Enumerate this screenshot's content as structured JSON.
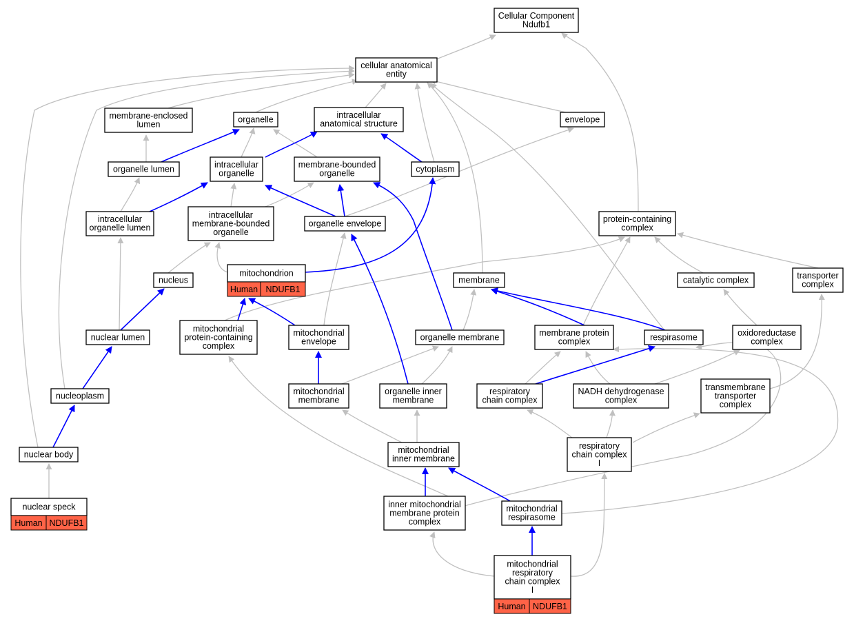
{
  "graph": {
    "title": "",
    "colors": {
      "isa_edge": "#c0c0c0",
      "part_of_edge": "#0000ff",
      "annotation_fill": "#ff6347",
      "node_border": "#000000"
    },
    "nodes": [
      {
        "id": "cc",
        "lines": [
          "Cellular Component",
          "Ndufb1"
        ]
      },
      {
        "id": "cae",
        "lines": [
          "cellular anatomical",
          "entity"
        ]
      },
      {
        "id": "mel",
        "lines": [
          "membrane-enclosed",
          "lumen"
        ]
      },
      {
        "id": "organelle",
        "lines": [
          "organelle"
        ]
      },
      {
        "id": "ias",
        "lines": [
          "intracellular",
          "anatomical structure"
        ]
      },
      {
        "id": "envelope",
        "lines": [
          "envelope"
        ]
      },
      {
        "id": "orglumen",
        "lines": [
          "organelle lumen"
        ]
      },
      {
        "id": "intraorg",
        "lines": [
          "intracellular",
          "organelle"
        ]
      },
      {
        "id": "mbo",
        "lines": [
          "membrane-bounded",
          "organelle"
        ]
      },
      {
        "id": "cytoplasm",
        "lines": [
          "cytoplasm"
        ]
      },
      {
        "id": "iol",
        "lines": [
          "intracellular",
          "organelle lumen"
        ]
      },
      {
        "id": "imbo",
        "lines": [
          "intracellular",
          "membrane-bounded",
          "organelle"
        ]
      },
      {
        "id": "orgenv",
        "lines": [
          "organelle envelope"
        ]
      },
      {
        "id": "pcc",
        "lines": [
          "protein-containing",
          "complex"
        ]
      },
      {
        "id": "mito",
        "lines": [
          "mitochondrion"
        ],
        "annotation": [
          "Human",
          "NDUFB1"
        ]
      },
      {
        "id": "nucleus",
        "lines": [
          "nucleus"
        ]
      },
      {
        "id": "membrane",
        "lines": [
          "membrane"
        ]
      },
      {
        "id": "catalytic",
        "lines": [
          "catalytic complex"
        ]
      },
      {
        "id": "transporter",
        "lines": [
          "transporter",
          "complex"
        ]
      },
      {
        "id": "mpcc",
        "lines": [
          "mitochondrial",
          "protein-containing",
          "complex"
        ]
      },
      {
        "id": "nuclumen",
        "lines": [
          "nuclear lumen"
        ]
      },
      {
        "id": "mitoenv",
        "lines": [
          "mitochondrial",
          "envelope"
        ]
      },
      {
        "id": "orgmem",
        "lines": [
          "organelle membrane"
        ]
      },
      {
        "id": "mempc",
        "lines": [
          "membrane protein",
          "complex"
        ]
      },
      {
        "id": "respirasome",
        "lines": [
          "respirasome"
        ]
      },
      {
        "id": "oxred",
        "lines": [
          "oxidoreductase",
          "complex"
        ]
      },
      {
        "id": "nucleoplasm",
        "lines": [
          "nucleoplasm"
        ]
      },
      {
        "id": "mitomem",
        "lines": [
          "mitochondrial",
          "membrane"
        ]
      },
      {
        "id": "oim",
        "lines": [
          "organelle inner",
          "membrane"
        ]
      },
      {
        "id": "rcc",
        "lines": [
          "respiratory",
          "chain complex"
        ]
      },
      {
        "id": "nadh",
        "lines": [
          "NADH dehydrogenase",
          "complex"
        ]
      },
      {
        "id": "tmtc",
        "lines": [
          "transmembrane",
          "transporter",
          "complex"
        ]
      },
      {
        "id": "nucbody",
        "lines": [
          "nuclear body"
        ]
      },
      {
        "id": "mim",
        "lines": [
          "mitochondrial",
          "inner membrane"
        ]
      },
      {
        "id": "rcc1",
        "lines": [
          "respiratory",
          "chain complex",
          "I"
        ]
      },
      {
        "id": "nucspeck",
        "lines": [
          "nuclear speck"
        ],
        "annotation": [
          "Human",
          "NDUFB1"
        ]
      },
      {
        "id": "immpc",
        "lines": [
          "inner mitochondrial",
          "membrane protein",
          "complex"
        ]
      },
      {
        "id": "mitoresp",
        "lines": [
          "mitochondrial",
          "respirasome"
        ]
      },
      {
        "id": "mrcc1",
        "lines": [
          "mitochondrial",
          "respiratory",
          "chain complex",
          "I"
        ],
        "annotation": [
          "Human",
          "NDUFB1"
        ]
      }
    ]
  }
}
